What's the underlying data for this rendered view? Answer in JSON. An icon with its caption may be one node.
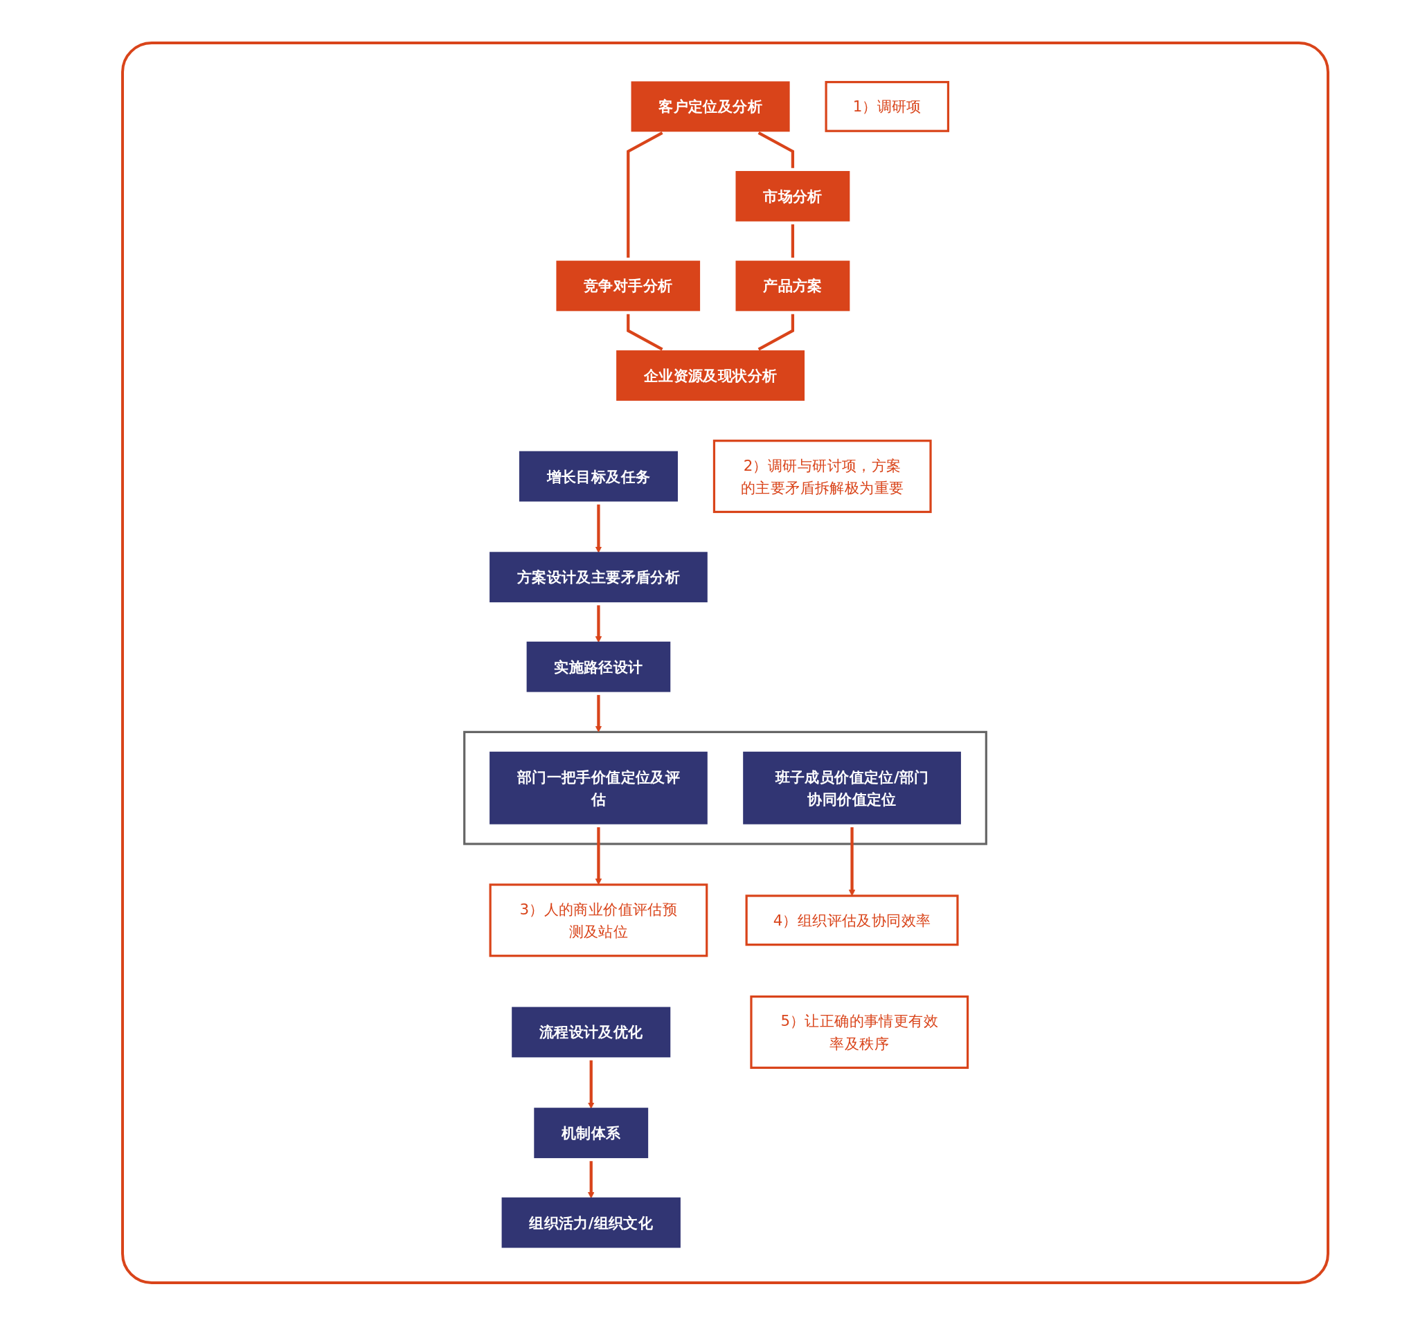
{
  "diagram": {
    "nodes": [
      {
        "text": [
          "客户定位及分析"
        ]
      },
      {
        "text": [
          "市场分析"
        ]
      },
      {
        "text": [
          "竞争对手分析"
        ]
      },
      {
        "text": [
          "1）调研项"
        ]
      },
      {
        "text": [
          "产品方案"
        ]
      },
      {
        "text": [
          "企业资源及现状分析"
        ]
      },
      {
        "text": [
          "增长目标及任务"
        ]
      },
      {
        "text": [
          "2）调研与研讨项，方案的主要矛盾拆解极为重要"
        ]
      },
      {
        "text": [
          "方案设计及主要矛盾分析"
        ]
      },
      {
        "text": [
          "实施路径设计"
        ]
      },
      {
        "text": [],
        "shape": "box"
      },
      {
        "text": [
          "3）人的商业价值评估预测及站位"
        ]
      },
      {
        "text": [
          "部门一把手价值定位及评估"
        ],
        "in": 10
      },
      {
        "text": [
          "班子成员价值定位/部门协同价值定位"
        ],
        "in": 10
      },
      {
        "text": [
          "4）组织评估及协同效率"
        ]
      },
      {
        "text": [
          "流程设计及优化"
        ]
      },
      {
        "text": [
          "5）让正确的事情更有效率及秩序"
        ]
      },
      {
        "text": [
          "机制体系"
        ]
      },
      {
        "text": [
          "组织活力/组织文化"
        ]
      }
    ],
    "edges": [
      {
        "from": 0,
        "to": 2,
        "arrow": "none"
      },
      {
        "from": 0,
        "to": 1,
        "arrow": "none"
      },
      {
        "from": 2,
        "to": 5,
        "arrow": "none"
      },
      {
        "from": 1,
        "to": 4,
        "arrow": "none"
      },
      {
        "from": 4,
        "to": 5,
        "arrow": "none"
      },
      {
        "from": 6,
        "to": 8,
        "arrow": "to"
      },
      {
        "from": 8,
        "to": 9,
        "arrow": "to"
      },
      {
        "from": 9,
        "to": 10,
        "arrow": "to"
      },
      {
        "from": 12,
        "to": 11,
        "arrow": "to"
      },
      {
        "from": 13,
        "to": 14,
        "arrow": "to"
      },
      {
        "from": 15,
        "to": 17,
        "arrow": "to"
      },
      {
        "from": 17,
        "to": 18,
        "arrow": "to"
      }
    ]
  }
}
